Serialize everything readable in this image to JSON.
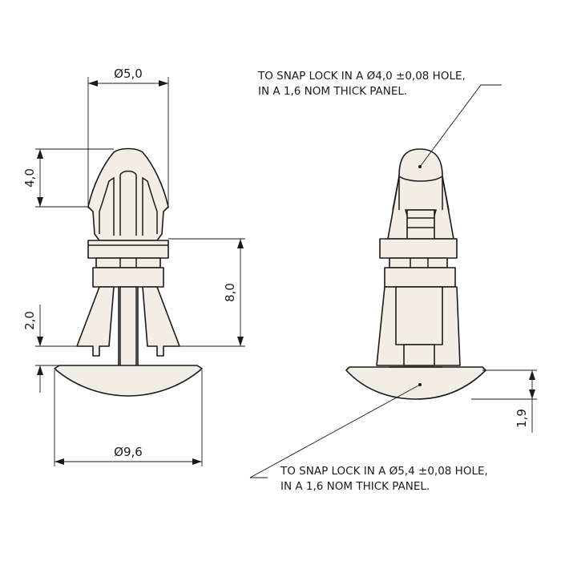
{
  "dimensions": {
    "head_diameter": "Ø5,0",
    "head_height": "4,0",
    "body_length": "8,0",
    "leg_offset": "2,0",
    "base_diameter": "Ø9,6",
    "base_height": "1,9"
  },
  "notes": {
    "top_line1": "TO SNAP LOCK IN A Ø4,0 ±0,08 HOLE,",
    "top_line2": "IN A 1,6 NOM THICK PANEL.",
    "bottom_line1": "TO SNAP LOCK IN A Ø5,4 ±0,08 HOLE,",
    "bottom_line2": "IN A 1,6 NOM THICK PANEL."
  }
}
